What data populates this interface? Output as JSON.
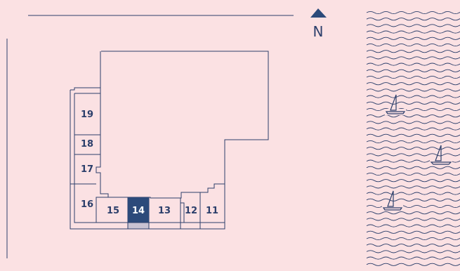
{
  "compass": {
    "icon": "north-arrow-icon",
    "label": "N"
  },
  "selected_unit": "14",
  "units": [
    {
      "id": "19",
      "label": "19"
    },
    {
      "id": "18",
      "label": "18"
    },
    {
      "id": "17",
      "label": "17"
    },
    {
      "id": "16",
      "label": "16"
    },
    {
      "id": "15",
      "label": "15"
    },
    {
      "id": "14",
      "label": "14"
    },
    {
      "id": "13",
      "label": "13"
    },
    {
      "id": "12",
      "label": "12"
    },
    {
      "id": "11",
      "label": "11"
    }
  ],
  "water": {
    "icon": "wave-pattern-icon",
    "boats": [
      "sailboat-icon",
      "sailboat-icon",
      "sailboat-icon"
    ]
  },
  "colors": {
    "background": "#fbe1e3",
    "line": "#2c3f6b",
    "selected_fill": "#2c4a7a",
    "selected_balcony": "#c8c2d2"
  }
}
